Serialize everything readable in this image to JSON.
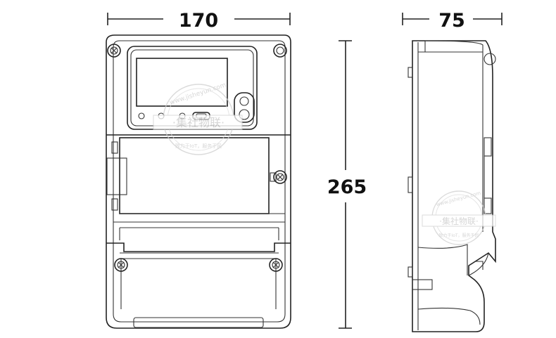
{
  "dimensions": {
    "width": "170",
    "depth": "75",
    "height": "265"
  },
  "watermark": {
    "url": "www.jisheyun.com",
    "brand": "·集社物联·",
    "slogan": "致力于IoT，服务于民"
  }
}
